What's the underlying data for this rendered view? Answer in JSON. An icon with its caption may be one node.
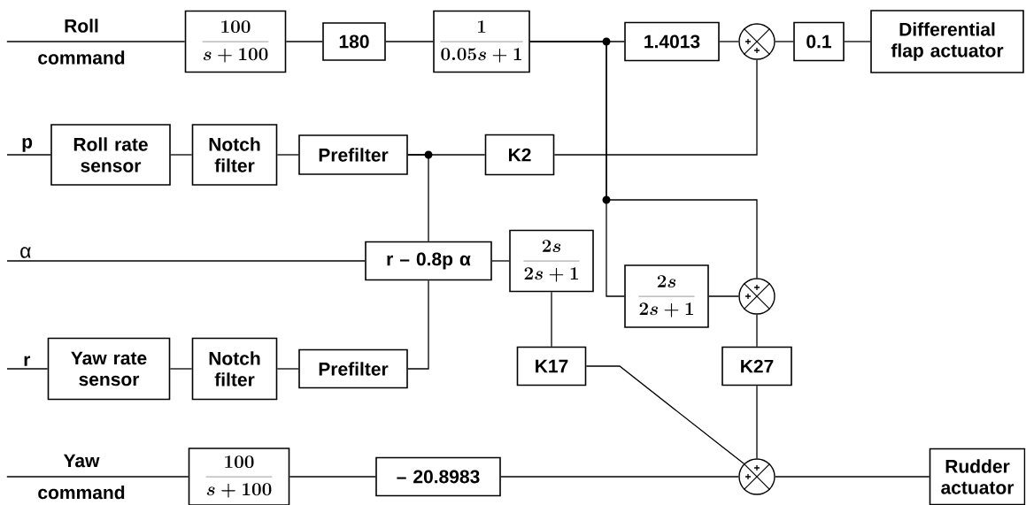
{
  "diagram": {
    "nodes": [
      {
        "text": [
          "Roll command"
        ]
      },
      {
        "text": [
          "\\frac{100}{s + 100}"
        ]
      },
      {
        "text": [
          "180"
        ]
      },
      {
        "text": [
          "\\frac{1}{0.05s + 1}"
        ]
      },
      {
        "text": [
          "1.4013"
        ]
      },
      {
        "text": [],
        "shape": "circle"
      },
      {
        "text": [
          "0.1"
        ]
      },
      {
        "text": [
          "Differential flap actuator"
        ]
      },
      {
        "text": [
          "p"
        ]
      },
      {
        "text": [
          "Roll rate sensor"
        ]
      },
      {
        "text": [
          "Notch filter"
        ]
      },
      {
        "text": [
          "Prefilter"
        ]
      },
      {
        "text": [
          "K2"
        ]
      },
      {
        "text": [
          "α"
        ]
      },
      {
        "text": [
          "r – 0.8p α"
        ]
      },
      {
        "text": [
          "\\frac{2s}{2s + 1}"
        ]
      },
      {
        "text": [
          "\\frac{2s}{2s + 1}"
        ]
      },
      {
        "text": [],
        "shape": "circle"
      },
      {
        "text": [
          "r"
        ]
      },
      {
        "text": [
          "Yaw rate sensor"
        ]
      },
      {
        "text": [
          "Notch filter"
        ]
      },
      {
        "text": [
          "Prefilter"
        ]
      },
      {
        "text": [
          "K17"
        ]
      },
      {
        "text": [
          "K27"
        ]
      },
      {
        "text": [
          "Yaw command"
        ]
      },
      {
        "text": [
          "\\frac{100}{s + 100}"
        ]
      },
      {
        "text": [
          "– 20.8983"
        ]
      },
      {
        "text": [],
        "shape": "circle"
      },
      {
        "text": [
          "Rudder actuator"
        ]
      }
    ],
    "edges": [
      {
        "from": 0,
        "to": 1,
        "arrow": "none"
      },
      {
        "from": 1,
        "to": 2,
        "arrow": "none"
      },
      {
        "from": 2,
        "to": 3,
        "arrow": "none"
      },
      {
        "from": 3,
        "to": 4,
        "arrow": "none"
      },
      {
        "from": 4,
        "to": 5,
        "arrow": "none"
      },
      {
        "from": 5,
        "to": 6,
        "arrow": "none"
      },
      {
        "from": 6,
        "to": 7,
        "arrow": "none"
      },
      {
        "from": 8,
        "to": 9,
        "arrow": "none"
      },
      {
        "from": 9,
        "to": 10,
        "arrow": "none"
      },
      {
        "from": 10,
        "to": 11,
        "arrow": "none"
      },
      {
        "from": 11,
        "to": 12,
        "arrow": "none"
      },
      {
        "from": 12,
        "to": 5,
        "arrow": "none"
      },
      {
        "from": 11,
        "to": 14,
        "arrow": "none"
      },
      {
        "from": 13,
        "to": 14,
        "arrow": "none"
      },
      {
        "from": 14,
        "to": 15,
        "arrow": "none"
      },
      {
        "from": 15,
        "to": 22,
        "arrow": "none"
      },
      {
        "from": 22,
        "to": 27,
        "arrow": "none"
      },
      {
        "from": 3,
        "to": 16,
        "arrow": "none"
      },
      {
        "from": 3,
        "to": 17,
        "arrow": "none"
      },
      {
        "from": 16,
        "to": 17,
        "arrow": "none"
      },
      {
        "from": 17,
        "to": 23,
        "arrow": "none"
      },
      {
        "from": 23,
        "to": 27,
        "arrow": "none"
      },
      {
        "from": 18,
        "to": 19,
        "arrow": "none"
      },
      {
        "from": 19,
        "to": 20,
        "arrow": "none"
      },
      {
        "from": 20,
        "to": 21,
        "arrow": "none"
      },
      {
        "from": 21,
        "to": 14,
        "arrow": "none"
      },
      {
        "from": 24,
        "to": 25,
        "arrow": "none"
      },
      {
        "from": 25,
        "to": 26,
        "arrow": "none"
      },
      {
        "from": 26,
        "to": 27,
        "arrow": "none"
      },
      {
        "from": 27,
        "to": 28,
        "arrow": "none"
      }
    ]
  }
}
